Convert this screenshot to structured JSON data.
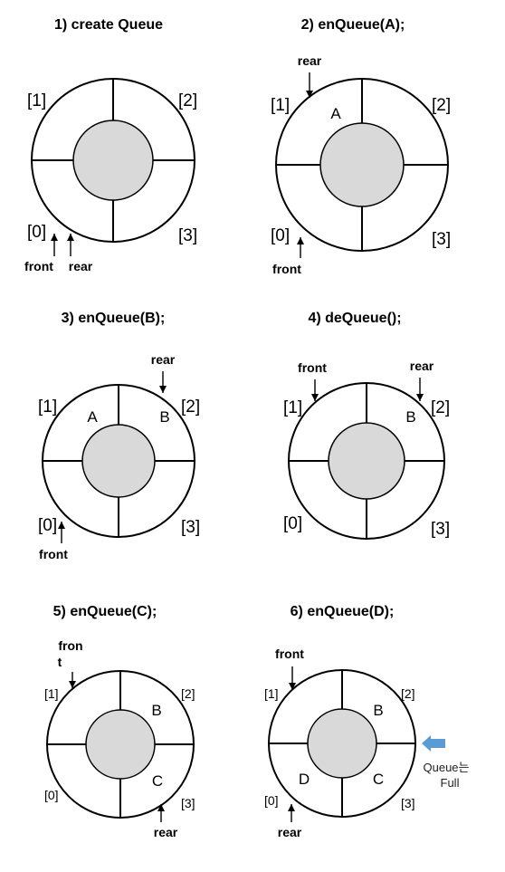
{
  "panels": [
    {
      "title": "1) create Queue",
      "indices": [
        "[0]",
        "[1]",
        "[2]",
        "[3]"
      ],
      "cells": [
        "",
        "",
        "",
        ""
      ],
      "pointers": [
        {
          "label": "front",
          "at": "front"
        },
        {
          "label": "rear",
          "at": "rear"
        }
      ]
    },
    {
      "title": "2) enQueue(A);",
      "indices": [
        "[0]",
        "[1]",
        "[2]",
        "[3]"
      ],
      "cells": [
        "",
        "A",
        "",
        ""
      ],
      "pointers": [
        {
          "label": "front",
          "at": "front"
        },
        {
          "label": "rear",
          "at": "rear"
        }
      ]
    },
    {
      "title": "3) enQueue(B);",
      "indices": [
        "[0]",
        "[1]",
        "[2]",
        "[3]"
      ],
      "cells": [
        "",
        "A",
        "B",
        ""
      ],
      "pointers": [
        {
          "label": "front",
          "at": "front"
        },
        {
          "label": "rear",
          "at": "rear"
        }
      ]
    },
    {
      "title": "4) deQueue();",
      "indices": [
        "[0]",
        "[1]",
        "[2]",
        "[3]"
      ],
      "cells": [
        "",
        "",
        "B",
        ""
      ],
      "pointers": [
        {
          "label": "front",
          "at": "front"
        },
        {
          "label": "rear",
          "at": "rear"
        }
      ]
    },
    {
      "title": "5) enQueue(C);",
      "indices": [
        "[0]",
        "[1]",
        "[2]",
        "[3]"
      ],
      "cells": [
        "",
        "",
        "B",
        "C"
      ],
      "pointers": [
        {
          "label": "fron\nt",
          "at": "front"
        },
        {
          "label": "rear",
          "at": "rear"
        }
      ]
    },
    {
      "title": "6) enQueue(D);",
      "indices": [
        "[0]",
        "[1]",
        "[2]",
        "[3]"
      ],
      "cells": [
        "D",
        "",
        "B",
        "C"
      ],
      "pointers": [
        {
          "label": "front",
          "at": "front"
        },
        {
          "label": "rear",
          "at": "rear"
        }
      ],
      "note": {
        "line1": "Queue는",
        "line2": "Full"
      }
    }
  ],
  "colors": {
    "hub": "#d9d9d9",
    "full_arrow": "#5b9bd5"
  }
}
